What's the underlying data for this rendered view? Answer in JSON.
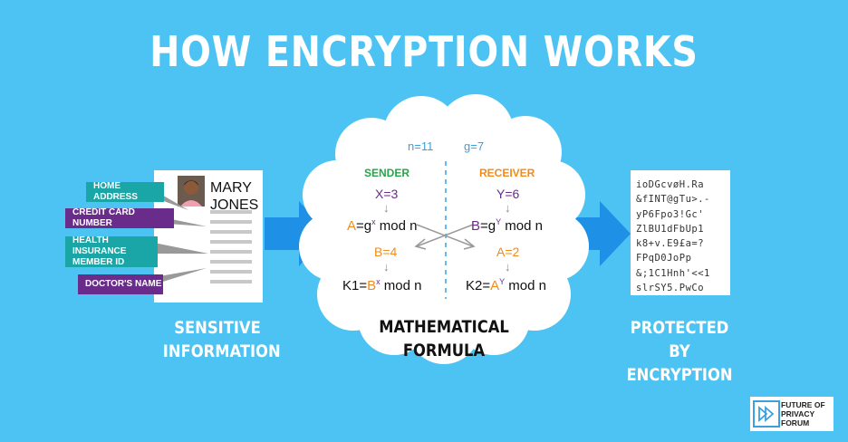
{
  "title": "HOW ENCRYPTION WORKS",
  "colors": {
    "background": "#4cc3f3",
    "arrow": "#1e90e6",
    "sender": "#27a54a",
    "receiver": "#f08b1e",
    "purple": "#6a2c8a",
    "teal": "#1aa6a6",
    "param": "#3aa0e0"
  },
  "left": {
    "document": {
      "name_line1": "MARY",
      "name_line2": "JONES",
      "icon": "person-photo-icon"
    },
    "tags": [
      {
        "line1": "HOME ADDRESS",
        "line2": "",
        "color": "#1aa6a6"
      },
      {
        "line1": "CREDIT CARD NUMBER",
        "line2": "",
        "color": "#6a2c8a"
      },
      {
        "line1": "HEALTH INSURANCE",
        "line2": "MEMBER ID",
        "color": "#1aa6a6"
      },
      {
        "line1": "DOCTOR'S NAME",
        "line2": "",
        "color": "#6a2c8a"
      }
    ],
    "caption_line1": "SENSITIVE",
    "caption_line2": "INFORMATION"
  },
  "center": {
    "n_param": "n=11",
    "g_param": "g=7",
    "sender": {
      "label": "SENDER",
      "secret": "X=3",
      "formula_lhs": "A",
      "formula_eq": "=g",
      "formula_exp": "x",
      "formula_rhs": " mod n",
      "exchanged": "B=4",
      "key_lhs": "K1=",
      "key_base": "B",
      "key_exp": "x",
      "key_rhs": " mod n"
    },
    "receiver": {
      "label": "RECEIVER",
      "secret": "Y=6",
      "formula_lhs": "B",
      "formula_eq": "=g",
      "formula_exp": "Y",
      "formula_rhs": " mod n",
      "exchanged": "A=2",
      "key_lhs": "K2=",
      "key_base": "A",
      "key_exp": "Y",
      "key_rhs": " mod n"
    },
    "caption_line1": "MATHEMATICAL",
    "caption_line2": "FORMULA"
  },
  "right": {
    "cipher_lines": [
      "ioDGcvøH.Ra",
      "&fINT@gTu>.-",
      "yP6Fpo3!Gc'",
      "ZlBU1dFbUp1",
      "k8+v.E9£a=?",
      "FPqD0JoPp",
      "&;1C1Hnh'<<1",
      "slrSY5.PwCo"
    ],
    "caption_line1": "PROTECTED BY",
    "caption_line2": "ENCRYPTION"
  },
  "logo": {
    "line1": "FUTURE OF",
    "line2": "PRIVACY",
    "line3": "FORUM",
    "icon": "fast-forward-icon"
  }
}
